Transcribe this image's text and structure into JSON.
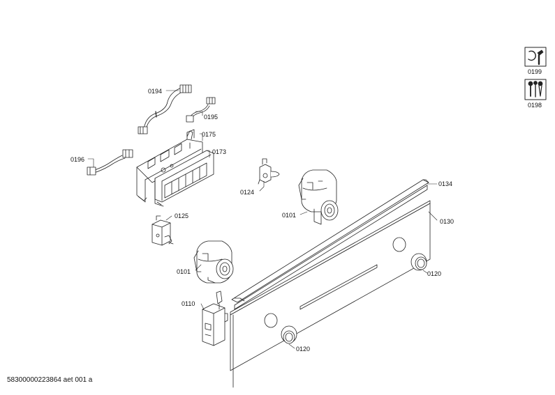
{
  "footer_text": "58300000223864 aet 001 a",
  "side_icons": [
    {
      "code": "0199",
      "icon": "wrench-tool-icon"
    },
    {
      "code": "0198",
      "icon": "screws-fasteners-icon"
    }
  ],
  "parts": [
    {
      "code": "0194",
      "name": "wiring-harness-upper"
    },
    {
      "code": "0195",
      "name": "wiring-harness-small"
    },
    {
      "code": "0175",
      "name": "control-module-bracket"
    },
    {
      "code": "0173",
      "name": "display-module"
    },
    {
      "code": "0196",
      "name": "wiring-harness-left"
    },
    {
      "code": "0124",
      "name": "switch-unit"
    },
    {
      "code": "0134",
      "name": "trim-strip"
    },
    {
      "code": "0101",
      "name": "rotary-switch-right"
    },
    {
      "code": "0130",
      "name": "control-panel-fascia"
    },
    {
      "code": "0125",
      "name": "temperature-sensor-bracket"
    },
    {
      "code": "0101",
      "name": "rotary-switch-left"
    },
    {
      "code": "0120",
      "name": "knob-ring-right"
    },
    {
      "code": "0110",
      "name": "power-module"
    },
    {
      "code": "0120",
      "name": "knob-ring-left"
    }
  ]
}
